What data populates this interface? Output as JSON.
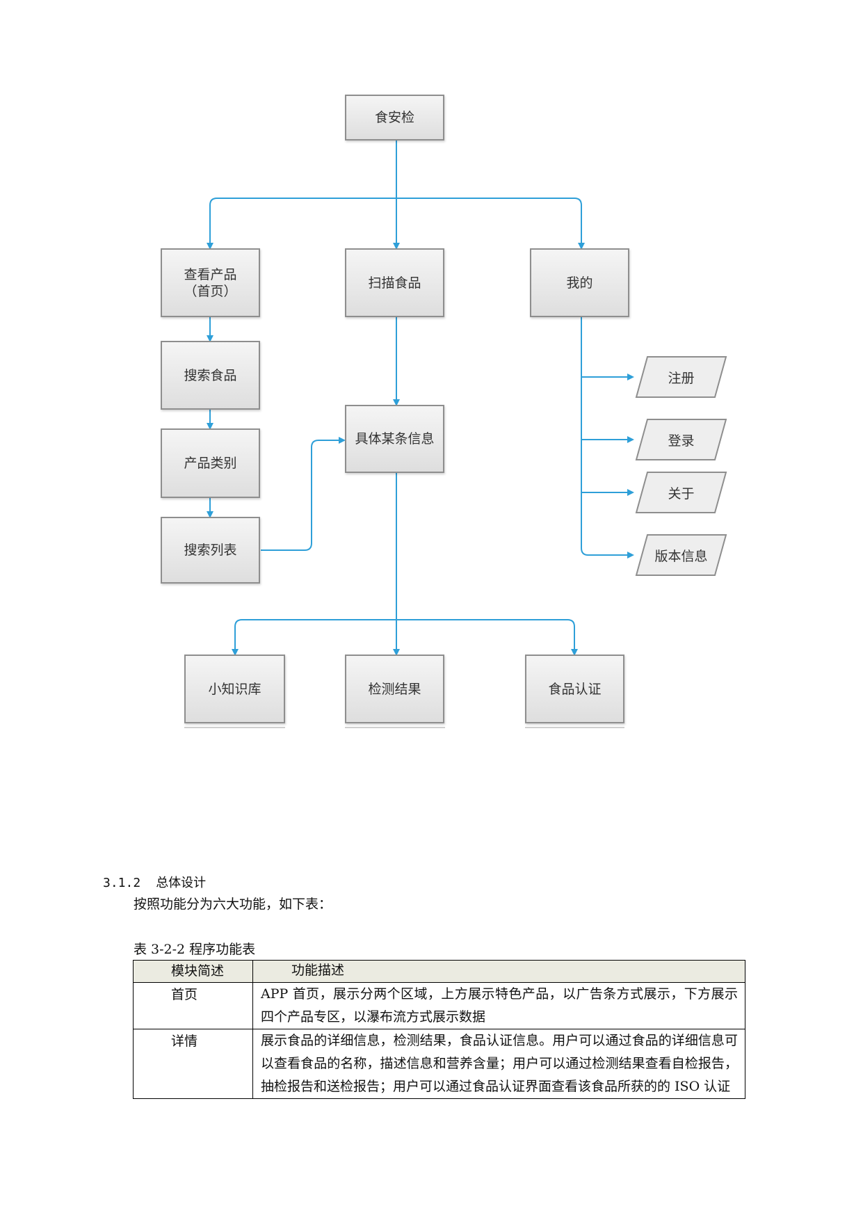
{
  "diagram": {
    "root": "食安检",
    "level1": [
      {
        "key": "home",
        "label": "查看产品\n（首页）"
      },
      {
        "key": "scan",
        "label": "扫描食品"
      },
      {
        "key": "mine",
        "label": "我的"
      }
    ],
    "home_chain": [
      "搜索食品",
      "产品类别",
      "搜索列表"
    ],
    "detail": "具体某条信息",
    "detail_children": [
      "小知识库",
      "检测结果",
      "食品认证"
    ],
    "mine_children": [
      "注册",
      "登录",
      "关于",
      "版本信息"
    ],
    "colors": {
      "connector": "#2e9fd8",
      "box_border": "#8e8e8e"
    }
  },
  "section": {
    "number": "3.1.2",
    "title": "总体设计",
    "intro": "按照功能分为六大功能，如下表："
  },
  "table": {
    "caption": "表 3-2-2 程序功能表",
    "headers": [
      "模块简述",
      "功能描述"
    ],
    "rows": [
      {
        "module": "首页",
        "desc": "APP 首页，展示分两个区域，上方展示特色产品，以广告条方式展示，下方展示四个产品专区，以瀑布流方式展示数据"
      },
      {
        "module": "详情",
        "desc": "展示食品的详细信息，检测结果，食品认证信息。用户可以通过食品的详细信息可以查看食品的名称，描述信息和营养含量；用户可以通过检测结果查看自检报告，抽检报告和送检报告；用户可以通过食品认证界面查看该食品所获的的 ISO 认证"
      }
    ]
  }
}
